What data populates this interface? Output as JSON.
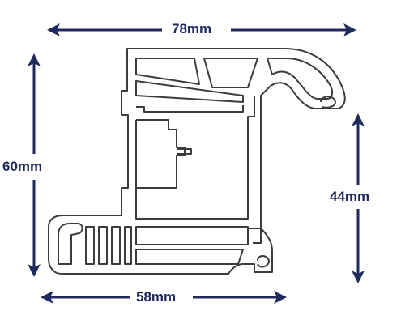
{
  "dimensions": {
    "top": "78mm",
    "bottom": "58mm",
    "left": "60mm",
    "right": "44mm"
  },
  "colors": {
    "arrow": "#1f2a5c",
    "profile_outline": "#3c3c3c",
    "profile_fill": "#ffffff",
    "background": "#ffffff"
  }
}
